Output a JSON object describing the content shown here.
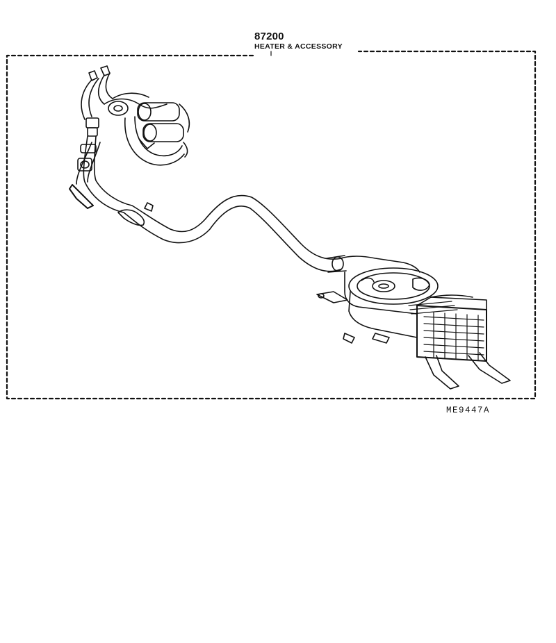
{
  "header": {
    "part_number": "87200",
    "part_title": "HEATER & ACCESSORY"
  },
  "footer": {
    "diagram_code": "ME9447A"
  },
  "colors": {
    "ink": "#111111",
    "background": "#ffffff"
  }
}
